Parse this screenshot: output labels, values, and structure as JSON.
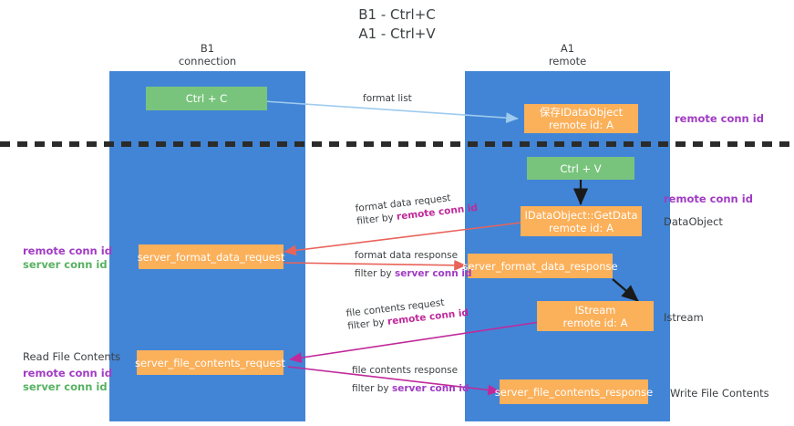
{
  "title": "B1 - Ctrl+C\nA1 - Ctrl+V",
  "columns": {
    "left": {
      "name": "B1",
      "role": "connection",
      "label": "B1\nconnection"
    },
    "right": {
      "name": "A1",
      "role": "remote",
      "label": "A1\nremote"
    }
  },
  "nodes": {
    "ctrl_c": "Ctrl + C",
    "save_dataobject": "保存IDataObject\nremote id: A",
    "ctrl_v": "Ctrl + V",
    "getdata": "IDataObject::GetData\nremote id: A",
    "server_format_data_request": "server_format_data_request",
    "server_format_data_response": "server_format_data_response",
    "istream": "IStream\nremote id: A",
    "server_file_contents_request": "server_file_contents_request",
    "server_file_contents_response": "server_file_contents_response"
  },
  "edges": {
    "format_list": "format list",
    "format_data_request": "format data request",
    "format_data_request_filter_prefix": "filter by ",
    "format_data_request_filter_key": "remote conn id",
    "format_data_response": "format data response",
    "format_data_response_filter_prefix": "filter by ",
    "format_data_response_filter_key": "server conn id",
    "file_contents_request": "file contents request",
    "file_contents_request_filter_prefix": "filter by ",
    "file_contents_request_filter_key": "remote conn id",
    "file_contents_response": "file contents response",
    "file_contents_response_filter_prefix": "filter by ",
    "file_contents_response_filter_key": "server conn id"
  },
  "side_labels": {
    "right_remote_conn_id_top": "remote conn id",
    "right_remote_conn_id_mid": "remote conn id",
    "right_dataobject": "DataObject",
    "right_istream": "Istream",
    "right_write_file_contents": "Write File Contents",
    "left_remote_conn_id": "remote conn id",
    "left_server_conn_id": "server conn id",
    "left_read_file_contents": "Read File Contents",
    "left_remote_conn_id_2": "remote conn id",
    "left_server_conn_id_2": "server conn id"
  },
  "colors": {
    "lane": "#4285d6",
    "node_green": "#79c47c",
    "node_orange": "#fbb05a",
    "accent_purple": "#a13bc4",
    "accent_green": "#57b262",
    "arrow_blue": "#9ecbee",
    "arrow_red": "#e8635a",
    "arrow_magenta": "#c0299a",
    "arrow_black": "#1a1a1a",
    "divider": "#2b2b2b",
    "text": "#3c4043"
  }
}
